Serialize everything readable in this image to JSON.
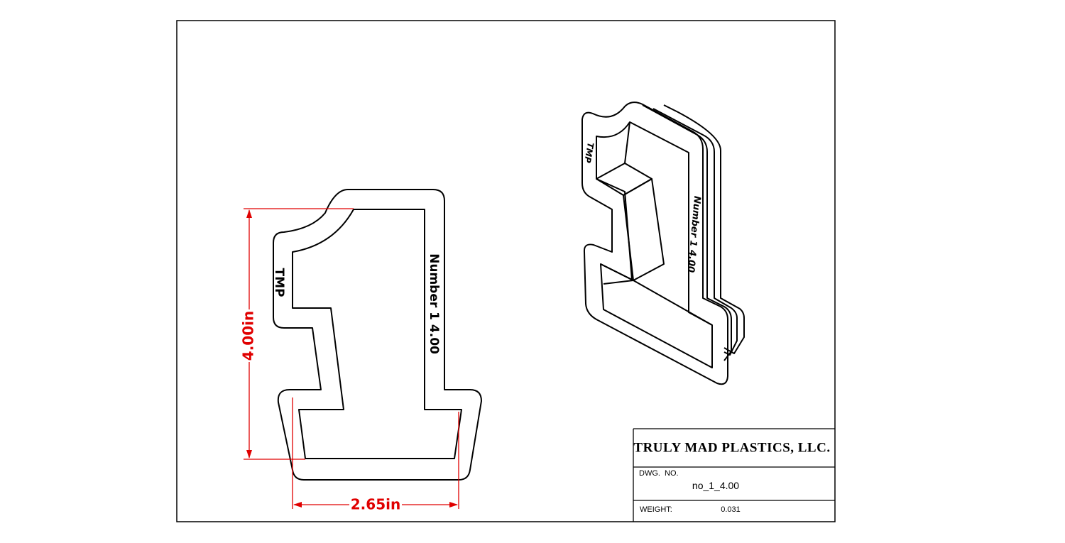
{
  "drawing": {
    "dimension_height": "4.00in",
    "dimension_width": "2.65in",
    "front_labels": {
      "left": "TMP",
      "right": "Number 1 4.00"
    },
    "iso_labels": {
      "left": "TMP",
      "right": "Number 1 4.00"
    }
  },
  "title_block": {
    "company": "TRULY MAD PLASTICS, LLC.",
    "dwg_no_label": "DWG.  NO.",
    "dwg_no_value": "no_1_4.00",
    "weight_label": "WEIGHT:",
    "weight_value": "0.031"
  },
  "colors": {
    "line": "#000000",
    "dimension": "#e00000",
    "background": "#ffffff"
  }
}
